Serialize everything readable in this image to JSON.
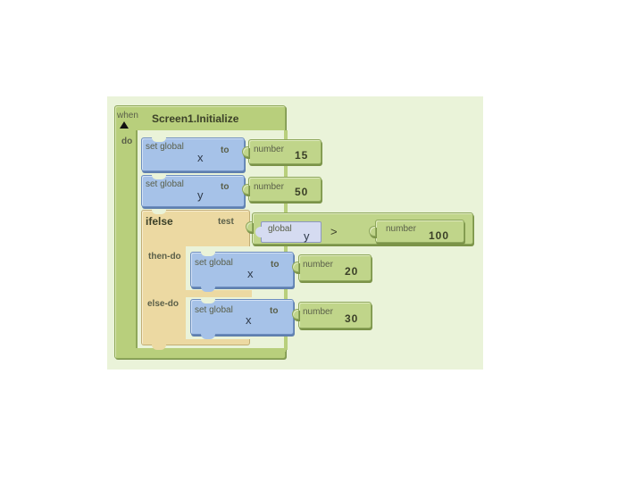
{
  "event": {
    "when": "when",
    "title": "Screen1.Initialize",
    "do": "do"
  },
  "blocks": {
    "set1": {
      "set_label": "set global",
      "var": "x",
      "to": "to",
      "num_label": "number",
      "value": "15"
    },
    "set2": {
      "set_label": "set global",
      "var": "y",
      "to": "to",
      "num_label": "number",
      "value": "50"
    },
    "ifelse": {
      "label": "ifelse",
      "test": "test",
      "then_do": "then-do",
      "else_do": "else-do",
      "condition": {
        "global_label": "global",
        "var": "y",
        "op": ">",
        "num_label": "number",
        "value": "100"
      }
    },
    "then_set": {
      "set_label": "set global",
      "var": "x",
      "to": "to",
      "num_label": "number",
      "value": "20"
    },
    "else_set": {
      "set_label": "set global",
      "var": "x",
      "to": "to",
      "num_label": "number",
      "value": "30"
    }
  },
  "colors": {
    "event": "#b8cf7c",
    "variable": "#a6c2e8",
    "control": "#ecd9a2",
    "math": "#c0d58a",
    "canvas": "#eaf3d9"
  },
  "icons": [
    "collapse-triangle-icon"
  ]
}
